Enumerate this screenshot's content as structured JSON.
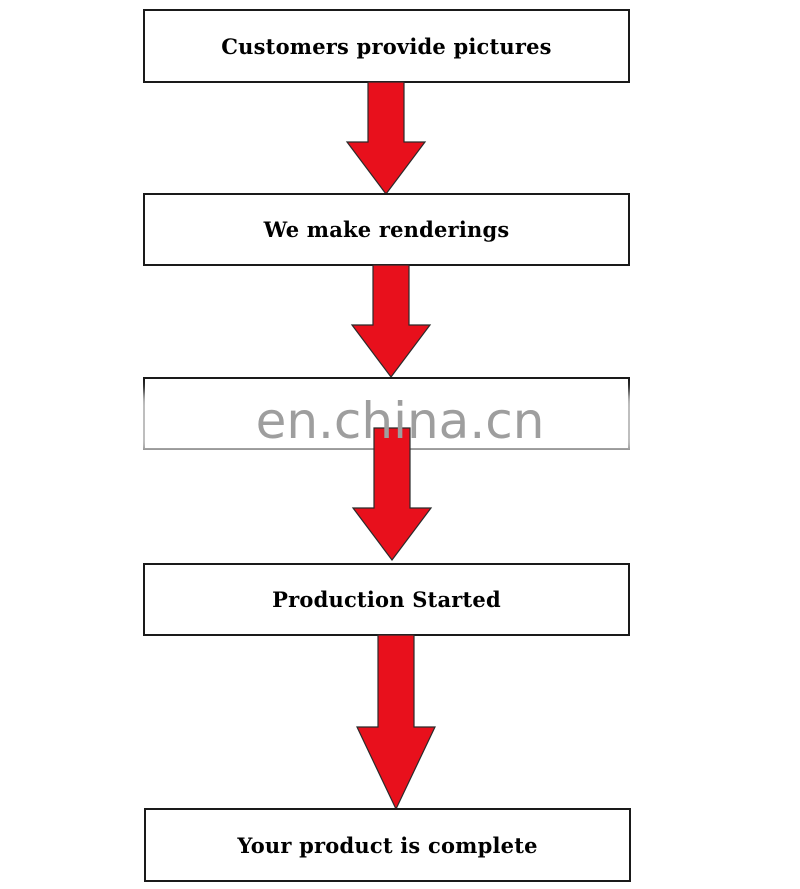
{
  "diagram": {
    "steps": [
      {
        "label": "Customers provide pictures"
      },
      {
        "label": "We make renderings"
      },
      {
        "label": ""
      },
      {
        "label": "Production Started"
      },
      {
        "label": "Your product is complete"
      }
    ],
    "arrow_color": "#e8101c",
    "arrow_outline": "#2a2a2a",
    "box_border_color": "#1a1a1a"
  },
  "watermark": {
    "text": "en.china.cn",
    "color": "#9e9e9e"
  }
}
